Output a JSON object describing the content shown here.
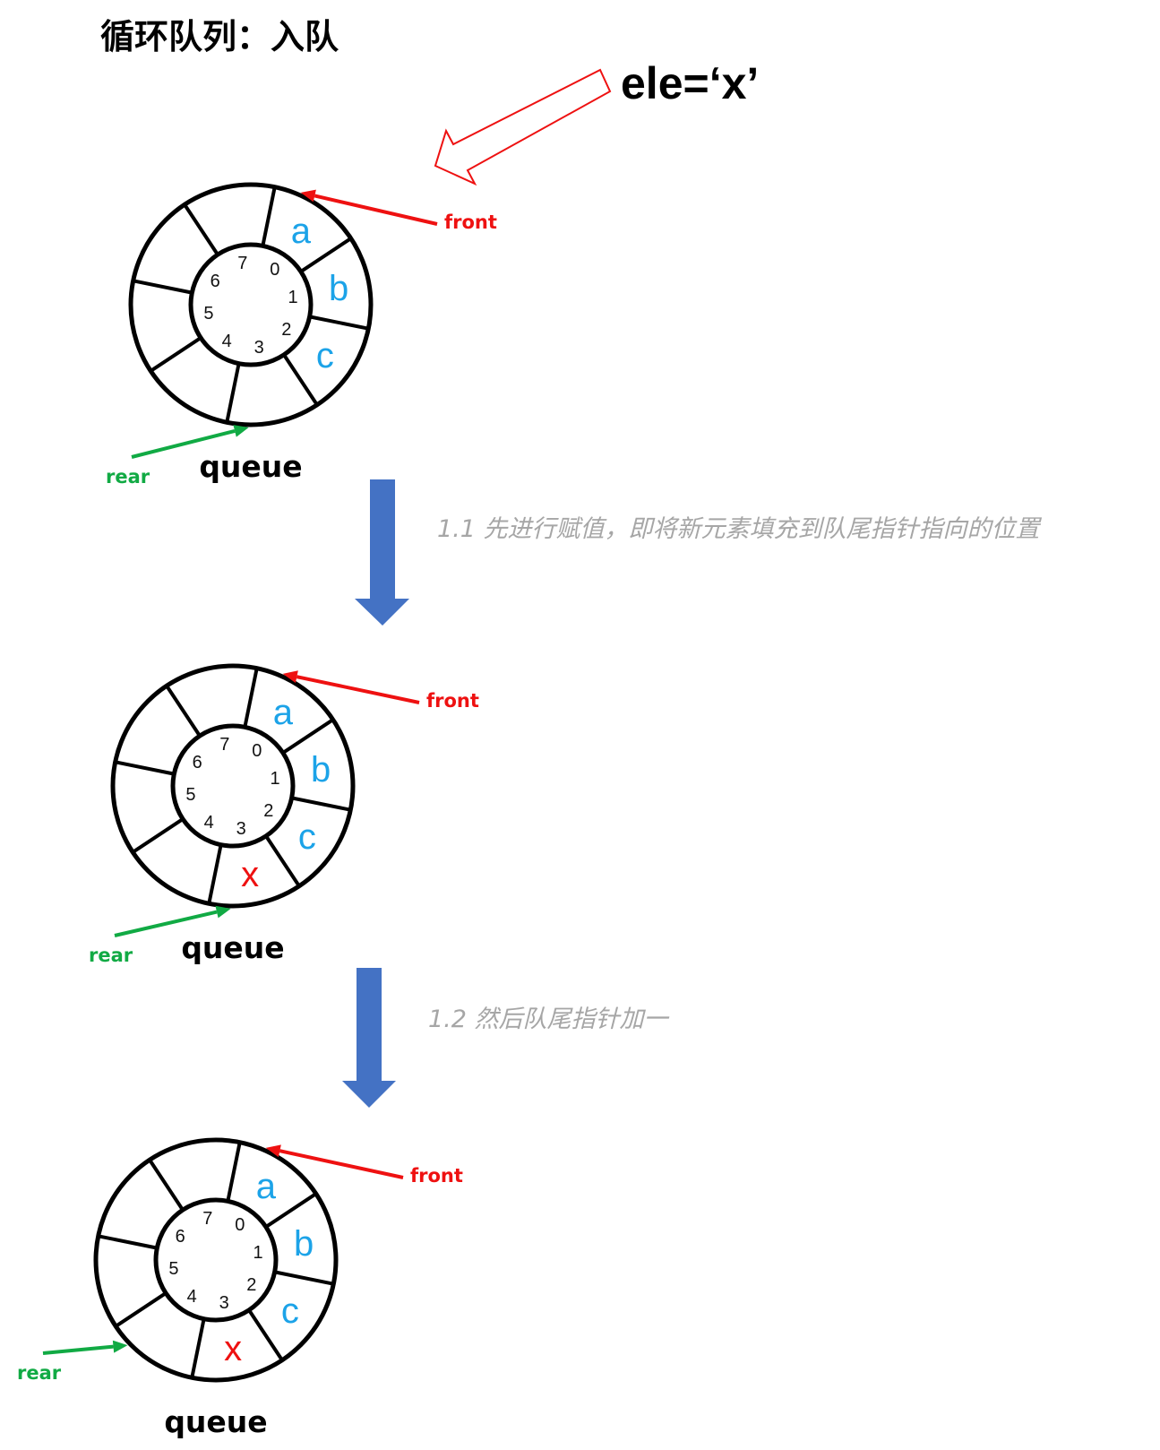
{
  "title": "循环队列：入队",
  "element_label": "ele=‘x’",
  "steps": [
    "1.1 先进行赋值，即将新元素填充到队尾指针指向的位置",
    "1.2 然后队尾指针加一"
  ],
  "colors": {
    "outline": "#000000",
    "front_arrow": "#ee1111",
    "rear_arrow": "#11aa44",
    "value_text": "#1ca3e8",
    "new_value_text": "#ee1111",
    "step_arrow": "#4472c4",
    "step_text": "#a6a6a6"
  },
  "queues": [
    {
      "label": "queue",
      "front_label": "front",
      "rear_label": "rear",
      "indices": [
        "0",
        "1",
        "2",
        "3",
        "4",
        "5",
        "6",
        "7"
      ],
      "slots": [
        "a",
        "b",
        "c",
        "",
        "",
        "",
        "",
        ""
      ],
      "front_slot": 0,
      "rear_slot": 3
    },
    {
      "label": "queue",
      "front_label": "front",
      "rear_label": "rear",
      "indices": [
        "0",
        "1",
        "2",
        "3",
        "4",
        "5",
        "6",
        "7"
      ],
      "slots": [
        "a",
        "b",
        "c",
        "x",
        "",
        "",
        "",
        ""
      ],
      "front_slot": 0,
      "rear_slot": 3
    },
    {
      "label": "queue",
      "front_label": "front",
      "rear_label": "rear",
      "indices": [
        "0",
        "1",
        "2",
        "3",
        "4",
        "5",
        "6",
        "7"
      ],
      "slots": [
        "a",
        "b",
        "c",
        "x",
        "",
        "",
        "",
        ""
      ],
      "front_slot": 0,
      "rear_slot": 4
    }
  ]
}
